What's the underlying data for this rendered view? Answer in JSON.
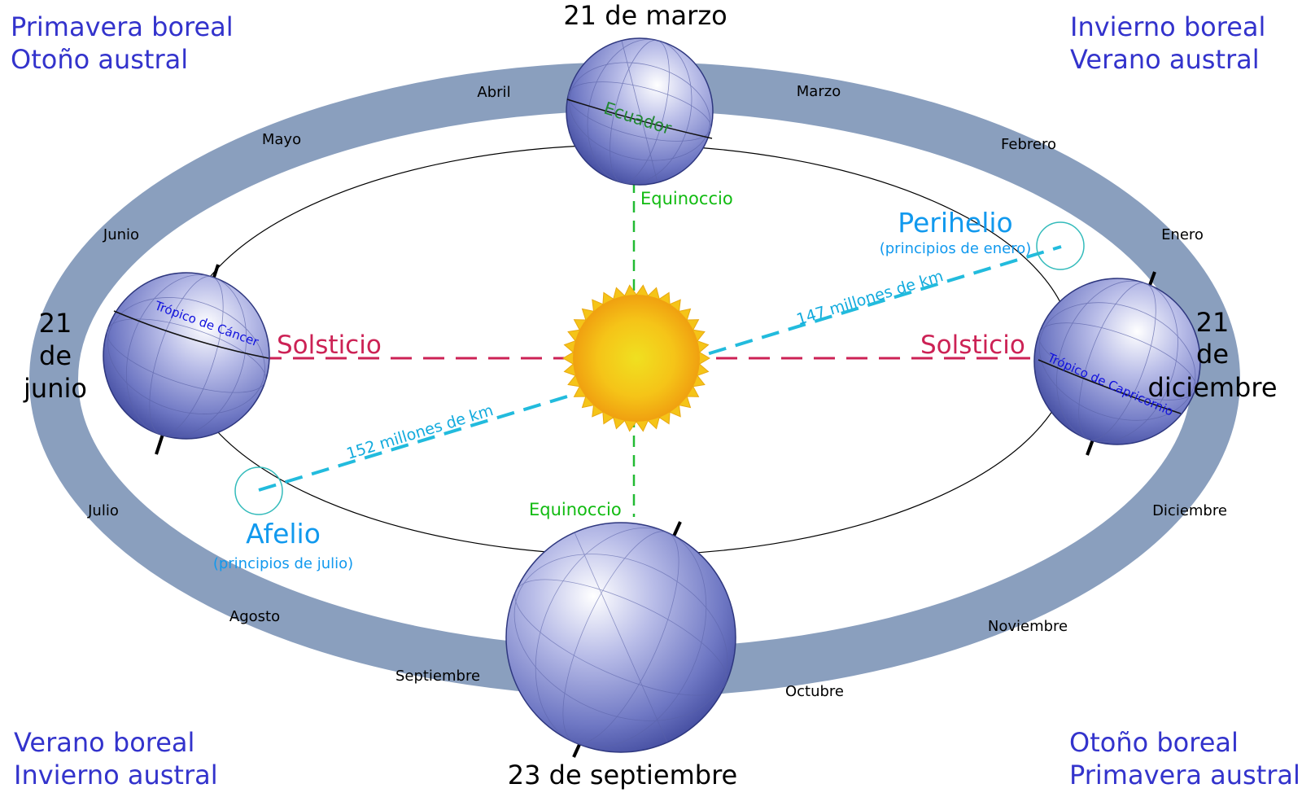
{
  "corners": {
    "top_left": [
      "Primavera boreal",
      "Otoño austral"
    ],
    "top_right": [
      "Invierno boreal",
      "Verano austral"
    ],
    "bottom_left": [
      "Verano boreal",
      "Invierno austral"
    ],
    "bottom_right": [
      "Otoño boreal",
      "Primavera austral"
    ]
  },
  "dates": {
    "march": "21 de marzo",
    "september": "23 de septiembre",
    "june": [
      "21",
      "de",
      "junio"
    ],
    "december": [
      "21",
      "de",
      "diciembre"
    ]
  },
  "months": {
    "abril": "Abril",
    "marzo": "Marzo",
    "mayo": "Mayo",
    "febrero": "Febrero",
    "junio": "Junio",
    "enero": "Enero",
    "julio": "Julio",
    "diciembre": "Diciembre",
    "agosto": "Agosto",
    "noviembre": "Noviembre",
    "septiembre": "Septiembre",
    "octubre": "Octubre"
  },
  "labels": {
    "solsticio": "Solsticio",
    "equinoccio": "Equinoccio",
    "perihelio": "Perihelio",
    "perihelio_note": "(principios de enero)",
    "afelio": "Afelio",
    "afelio_note": "(principios de julio)",
    "dist_peri": "147 millones de km",
    "dist_afe": "152 millones de km",
    "ecuador": "Ecuador",
    "tropico_cancer": "Trópico de Cáncer",
    "tropico_capricornio": "Trópico de Capricornio"
  },
  "colors": {
    "band": "#8a9fbe",
    "corner_text": "#3333cc",
    "solstice": "#cc2255",
    "equinox": "#11bb11",
    "apsis": "#1199ee",
    "sun": "#f5b516"
  }
}
